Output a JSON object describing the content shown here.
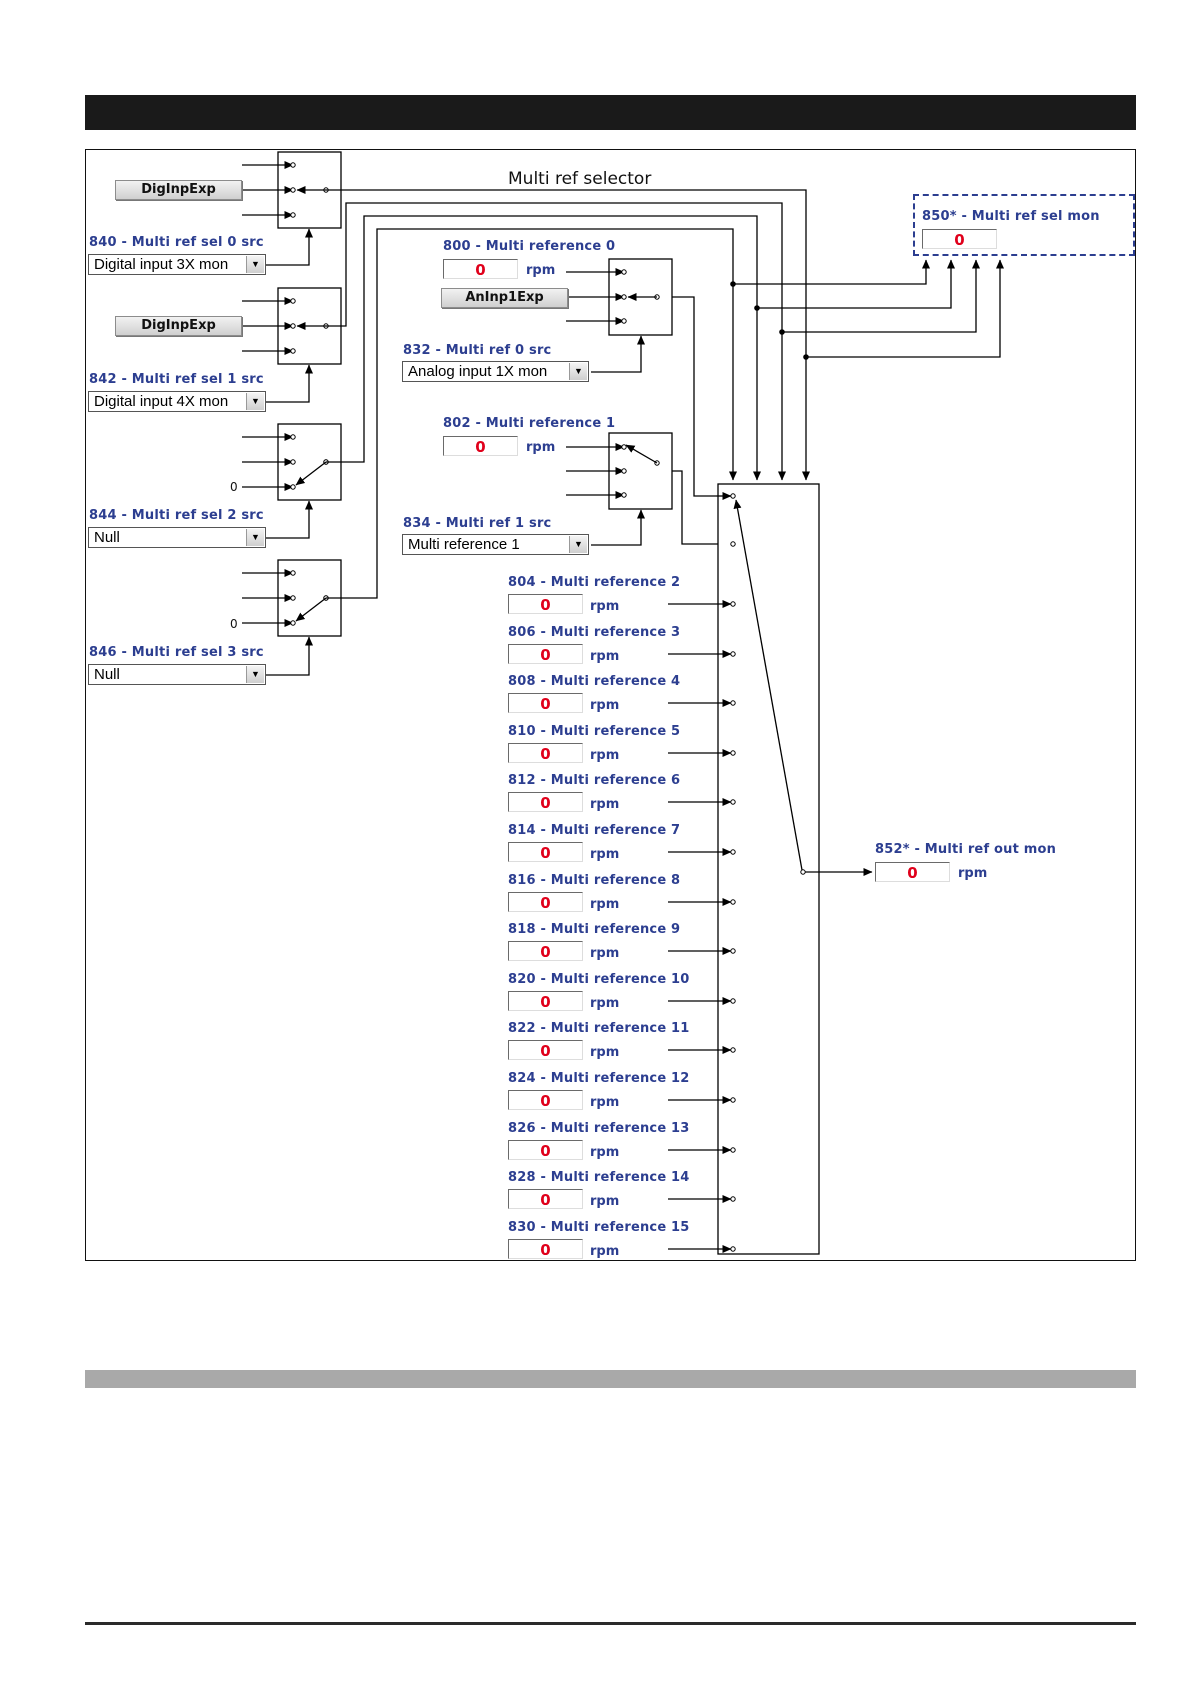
{
  "diagram": {
    "title": "Multi ref selector",
    "const_zero": "0",
    "unit": "rpm",
    "dig_exp_label": "DigInpExp",
    "an_exp_label": "AnInp1Exp",
    "sel_sources": [
      {
        "label": "840 - Multi ref sel 0 src",
        "value": "Digital input 3X mon"
      },
      {
        "label": "842 - Multi ref sel 1 src",
        "value": "Digital input 4X mon"
      },
      {
        "label": "844 - Multi ref sel 2 src",
        "value": "Null"
      },
      {
        "label": "846 - Multi ref sel 3 src",
        "value": "Null"
      }
    ],
    "ref0": {
      "label": "800 - Multi reference 0",
      "value": "0"
    },
    "ref0_src": {
      "label": "832 - Multi ref 0 src",
      "value": "Analog input 1X mon"
    },
    "ref1": {
      "label": "802 - Multi reference 1",
      "value": "0"
    },
    "ref1_src": {
      "label": "834 - Multi ref 1 src",
      "value": "Multi reference 1"
    },
    "refs": [
      {
        "label": "804 - Multi reference 2",
        "value": "0"
      },
      {
        "label": "806 - Multi reference 3",
        "value": "0"
      },
      {
        "label": "808 - Multi reference 4",
        "value": "0"
      },
      {
        "label": "810 - Multi reference 5",
        "value": "0"
      },
      {
        "label": "812 - Multi reference 6",
        "value": "0"
      },
      {
        "label": "814 - Multi reference 7",
        "value": "0"
      },
      {
        "label": "816 - Multi reference 8",
        "value": "0"
      },
      {
        "label": "818 - Multi reference 9",
        "value": "0"
      },
      {
        "label": "820 - Multi reference 10",
        "value": "0"
      },
      {
        "label": "822 - Multi reference 11",
        "value": "0"
      },
      {
        "label": "824 - Multi reference 12",
        "value": "0"
      },
      {
        "label": "826 - Multi reference 13",
        "value": "0"
      },
      {
        "label": "828 - Multi reference 14",
        "value": "0"
      },
      {
        "label": "830 - Multi reference 15",
        "value": "0"
      }
    ],
    "sel_mon": {
      "label": "850* - Multi ref sel mon",
      "value": "0"
    },
    "out_mon": {
      "label": "852* - Multi ref out mon",
      "value": "0"
    },
    "colors": {
      "label_blue": "#2c3e90",
      "value_red": "#e0001b"
    }
  }
}
